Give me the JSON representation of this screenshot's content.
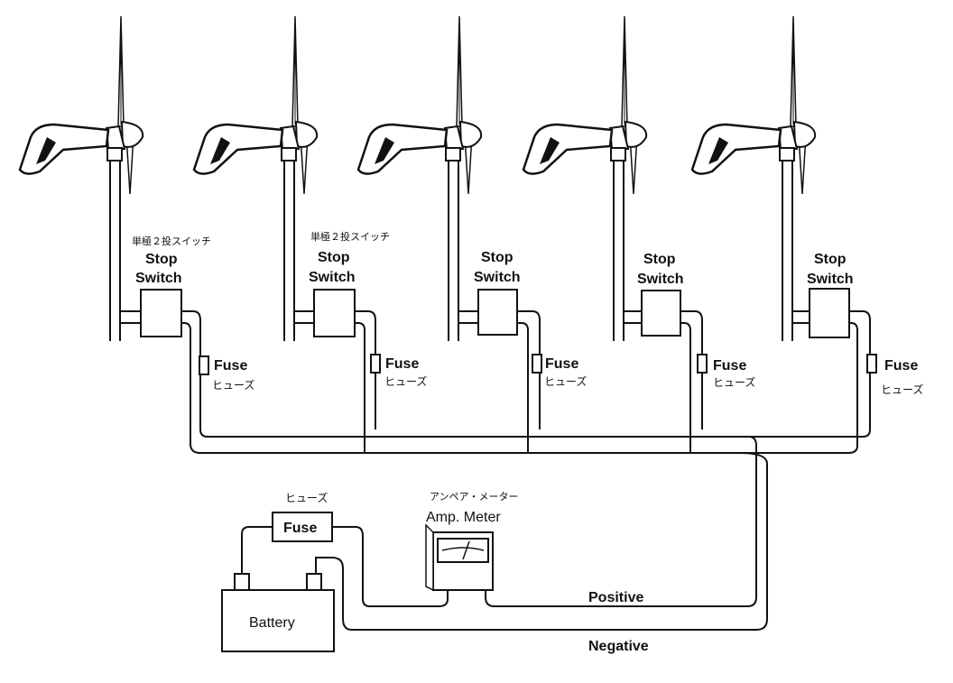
{
  "turbines": [
    {
      "jp_label": "単極２投スイッチ",
      "switch_line1": "Stop",
      "switch_line2": "Switch",
      "fuse_label": "Fuse",
      "fuse_jp": "ヒューズ"
    },
    {
      "jp_label": "単極２投スイッチ",
      "switch_line1": "Stop",
      "switch_line2": "Switch",
      "fuse_label": "Fuse",
      "fuse_jp": "ヒューズ"
    },
    {
      "jp_label": "",
      "switch_line1": "Stop",
      "switch_line2": "Switch",
      "fuse_label": "Fuse",
      "fuse_jp": "ヒューズ"
    },
    {
      "jp_label": "",
      "switch_line1": "Stop",
      "switch_line2": "Switch",
      "fuse_label": "Fuse",
      "fuse_jp": "ヒューズ"
    },
    {
      "jp_label": "",
      "switch_line1": "Stop",
      "switch_line2": "Switch",
      "fuse_label": "Fuse",
      "fuse_jp": "ヒューズ"
    }
  ],
  "battery": {
    "label": "Battery"
  },
  "main_fuse": {
    "label": "Fuse",
    "jp_label": "ヒューズ"
  },
  "amp_meter": {
    "label": "Amp. Meter",
    "jp_label": "アンペア・メーター"
  },
  "wires": {
    "positive": "Positive",
    "negative": "Negative"
  }
}
